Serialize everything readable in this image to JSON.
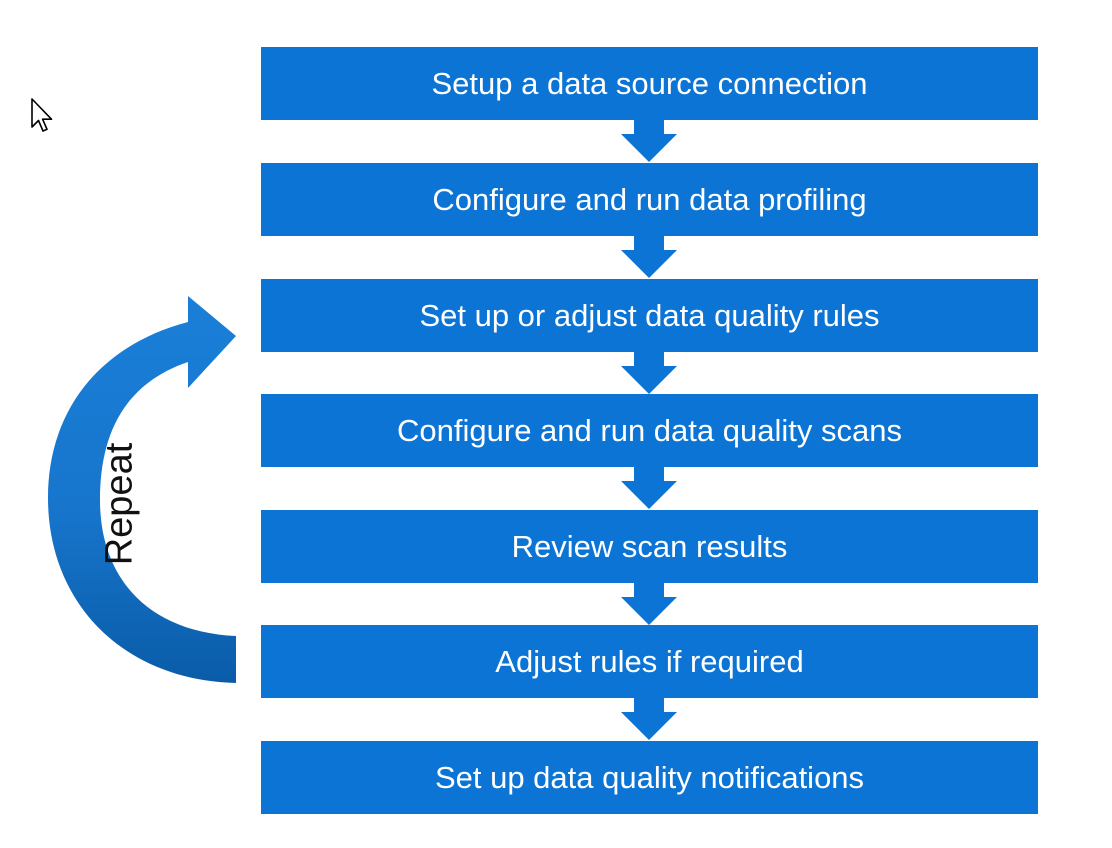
{
  "colors": {
    "step_fill": "#0b74d4",
    "step_text": "#ffffff",
    "repeat_arrow_light": "#1a7fd8",
    "repeat_arrow_dark": "#0a5ca8",
    "background": "#ffffff"
  },
  "steps": [
    {
      "label": "Setup a data source connection"
    },
    {
      "label": "Configure and run data profiling"
    },
    {
      "label": "Set up or adjust data quality rules"
    },
    {
      "label": "Configure and run data quality scans"
    },
    {
      "label": "Review scan results"
    },
    {
      "label": "Adjust rules if required"
    },
    {
      "label": "Set up data quality notifications"
    }
  ],
  "loop": {
    "label": "Repeat"
  },
  "cursor": {
    "icon": "mouse-pointer-icon"
  }
}
